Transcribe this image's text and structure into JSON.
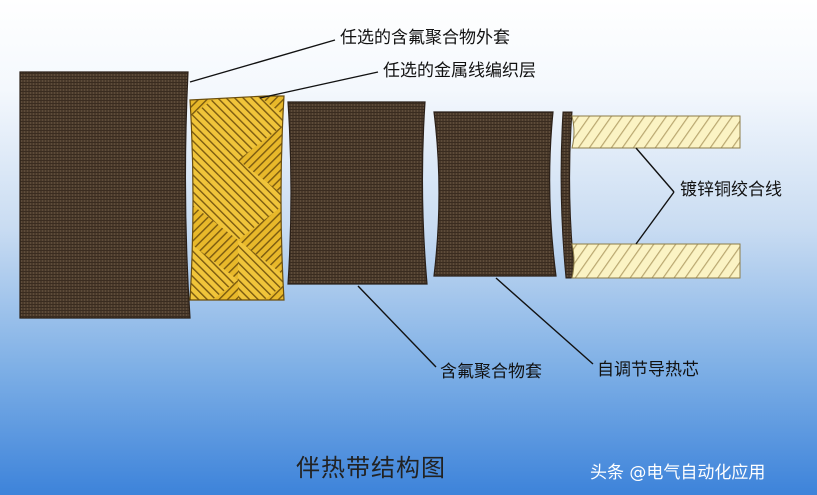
{
  "labels": {
    "jacket": "任选的含氟聚合物外套",
    "braid": "任选的金属线编织层",
    "wire": "镀锌铜绞合线",
    "inner_jacket": "含氟聚合物套",
    "core": "自调节导热芯"
  },
  "caption": "伴热带结构图",
  "watermark": "头条 @电气自动化应用",
  "colors": {
    "brown": "#4a3a2b",
    "brown_line": "#5e4c3a",
    "gold": "#e8b82a",
    "gold_line": "#7a5a10",
    "wire": "#fbf3c4",
    "wire_line": "#b9a770"
  }
}
